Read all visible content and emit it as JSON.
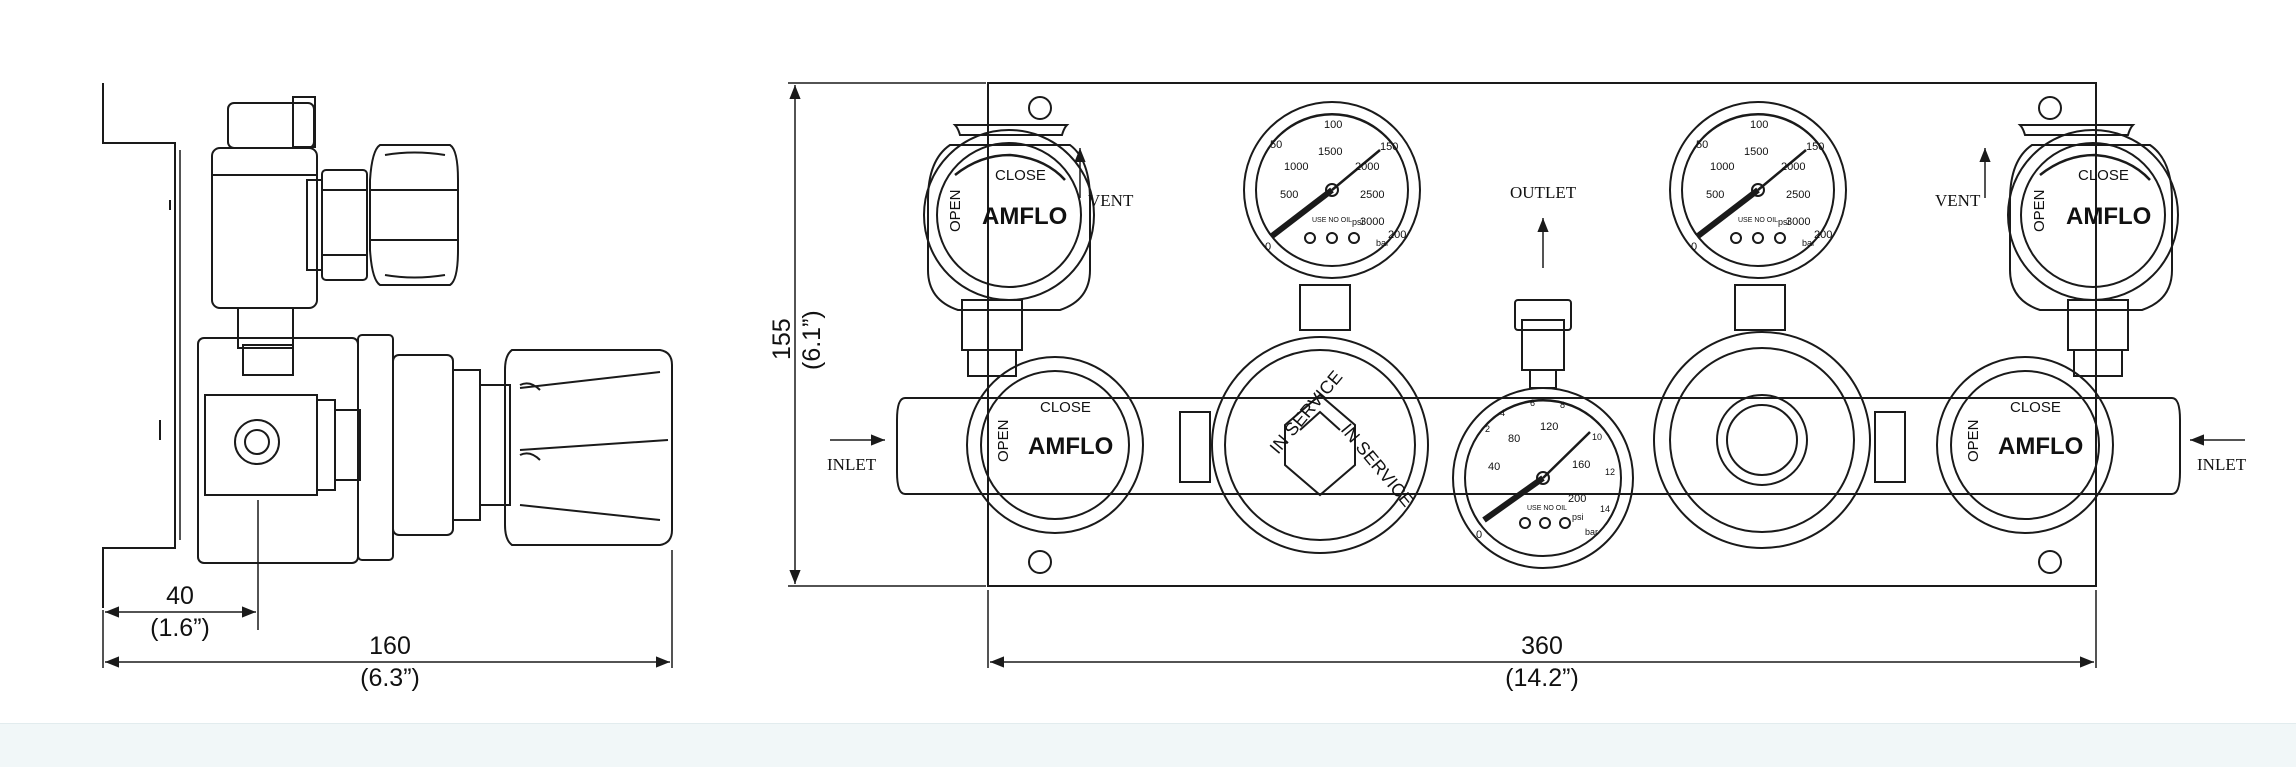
{
  "dimensions": {
    "side_offset": {
      "value": "40",
      "imperial": "(1.6”)"
    },
    "side_width": {
      "value": "160",
      "imperial": "(6.3”)"
    },
    "height": {
      "value": "155",
      "imperial": "(6.1”)"
    },
    "front_width": {
      "value": "360",
      "imperial": "(14.2”)"
    }
  },
  "labels": {
    "vent_left": "VENT",
    "vent_right": "VENT",
    "outlet": "OUTLET",
    "inlet_left": "INLET",
    "inlet_right": "INLET"
  },
  "valves": {
    "open": "OPEN",
    "close": "CLOSE",
    "brand": "AMFLO"
  },
  "selector": {
    "in_service": "IN SERVICE"
  },
  "gauges": {
    "high_psi_ticks": [
      "500",
      "1000",
      "1500",
      "2000",
      "2500",
      "3000"
    ],
    "high_bar_ticks": [
      "50",
      "100",
      "150",
      "200"
    ],
    "low_psi_ticks": [
      "40",
      "80",
      "120",
      "160",
      "200"
    ],
    "low_bar_ticks": [
      "2",
      "4",
      "6",
      "8",
      "10",
      "12",
      "14"
    ],
    "zero": "0",
    "unit_psi": "psi",
    "unit_bar": "bar",
    "dial_note": "USE NO OIL"
  },
  "colors": {
    "line": "#1a1a1a",
    "footer": "#f1f7f8"
  }
}
